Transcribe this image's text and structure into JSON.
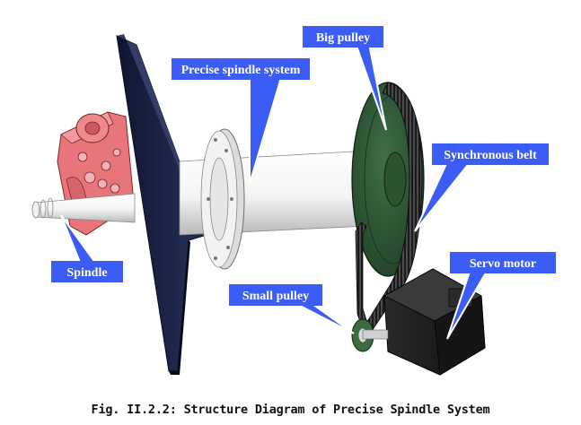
{
  "labels": {
    "precise_spindle_system": "Precise spindle system",
    "big_pulley": "Big pulley",
    "synchronous_belt": "Synchronous belt",
    "spindle": "Spindle",
    "servo_motor": "Servo motor",
    "small_pulley": "Small pulley"
  },
  "caption": "Fig. II.2.2: Structure Diagram of Precise Spindle System",
  "colors": {
    "callout_fill": "#3b5cf5",
    "callout_border": "#ffffff",
    "plate": "#1b2340",
    "gearbox": "#e8757a",
    "shaft": "#ffffff",
    "big_pulley": "#2f5a35",
    "belt": "#1c1c1c",
    "motor": "#1e1e1e"
  }
}
